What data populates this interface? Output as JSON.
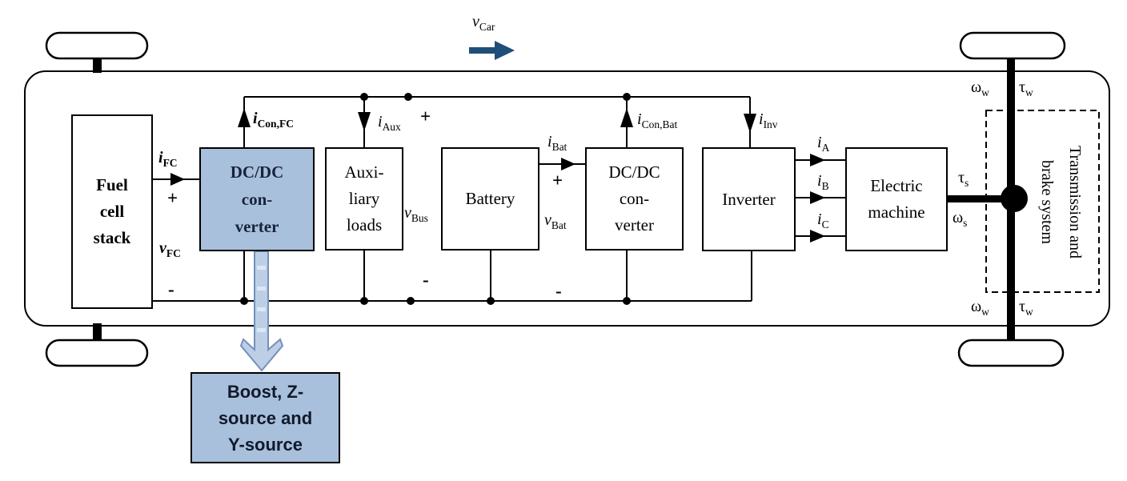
{
  "colors": {
    "component_fill": "#a9c0dc",
    "highlight_arrow_fill": "#bccfe6",
    "highlight_arrow_border": "#7590ba",
    "speed_arrow": "#1f4e79",
    "line": "#000000"
  },
  "blocks": {
    "fuel_cell": {
      "lines": [
        "Fuel",
        "cell",
        "stack"
      ]
    },
    "dcdc_fc": {
      "lines": [
        "DC/DC",
        "con-",
        "verter"
      ]
    },
    "aux_loads": {
      "lines": [
        "Auxi-",
        "liary",
        "loads"
      ]
    },
    "battery": {
      "lines": [
        "Battery"
      ]
    },
    "dcdc_bat": {
      "lines": [
        "DC/DC",
        "con-",
        "verter"
      ]
    },
    "inverter": {
      "lines": [
        "Inverter"
      ]
    },
    "electric_machine": {
      "lines": [
        "Electric",
        "machine"
      ]
    },
    "boost": {
      "lines": [
        "Boost, Z-",
        "source and",
        "Y-source"
      ]
    },
    "transmission": {
      "lines": [
        "Transmission and",
        "brake system"
      ]
    }
  },
  "labels": {
    "v_car": {
      "sym": "v",
      "sub": "Car"
    },
    "i_fc": {
      "sym": "i",
      "sub": "FC"
    },
    "v_fc": {
      "sym": "v",
      "sub": "FC"
    },
    "i_con_fc": {
      "sym": "i",
      "sub": "Con,FC"
    },
    "i_aux": {
      "sym": "i",
      "sub": "Aux"
    },
    "v_bus": {
      "sym": "v",
      "sub": "Bus"
    },
    "i_bat": {
      "sym": "i",
      "sub": "Bat"
    },
    "v_bat": {
      "sym": "v",
      "sub": "Bat"
    },
    "i_con_bat": {
      "sym": "i",
      "sub": "Con,Bat"
    },
    "i_inv": {
      "sym": "i",
      "sub": "Inv"
    },
    "i_a": {
      "sym": "i",
      "sub": "A"
    },
    "i_b": {
      "sym": "i",
      "sub": "B"
    },
    "i_c": {
      "sym": "i",
      "sub": "C"
    },
    "tau_s": {
      "sym": "τ",
      "sub": "s"
    },
    "omega_s": {
      "sym": "ω",
      "sub": "s"
    },
    "tau_w": {
      "sym": "τ",
      "sub": "w"
    },
    "omega_w": {
      "sym": "ω",
      "sub": "w"
    }
  },
  "signs": {
    "plus": "+",
    "minus": "-"
  }
}
